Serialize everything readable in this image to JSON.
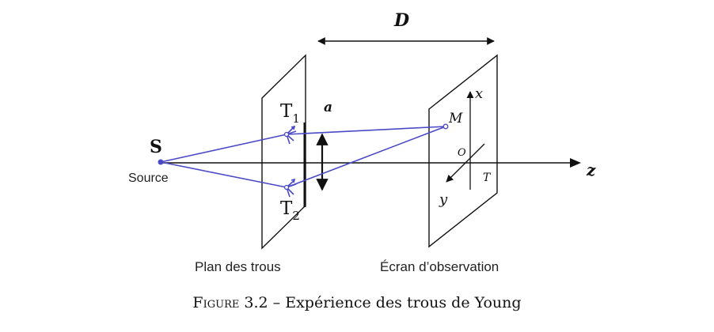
{
  "labels": {
    "distance": "D",
    "slit_gap": "a",
    "source_letter": "S",
    "source_word": "Source",
    "hole1_letter": "T",
    "hole1_sub": "1",
    "hole2_letter": "T",
    "hole2_sub": "2",
    "point": "M",
    "axis_x": "x",
    "axis_y": "y",
    "axis_z": "z",
    "origin": "O",
    "screen_mark": "T",
    "plane_holes": "Plan des trous",
    "screen": "Écran d’observation"
  },
  "caption": {
    "prefix": "Figure 3.2",
    "separator": " – ",
    "text": "Expérience des trous de Young"
  },
  "colors": {
    "rays": "#4a4ac8",
    "lines": "#111111"
  }
}
